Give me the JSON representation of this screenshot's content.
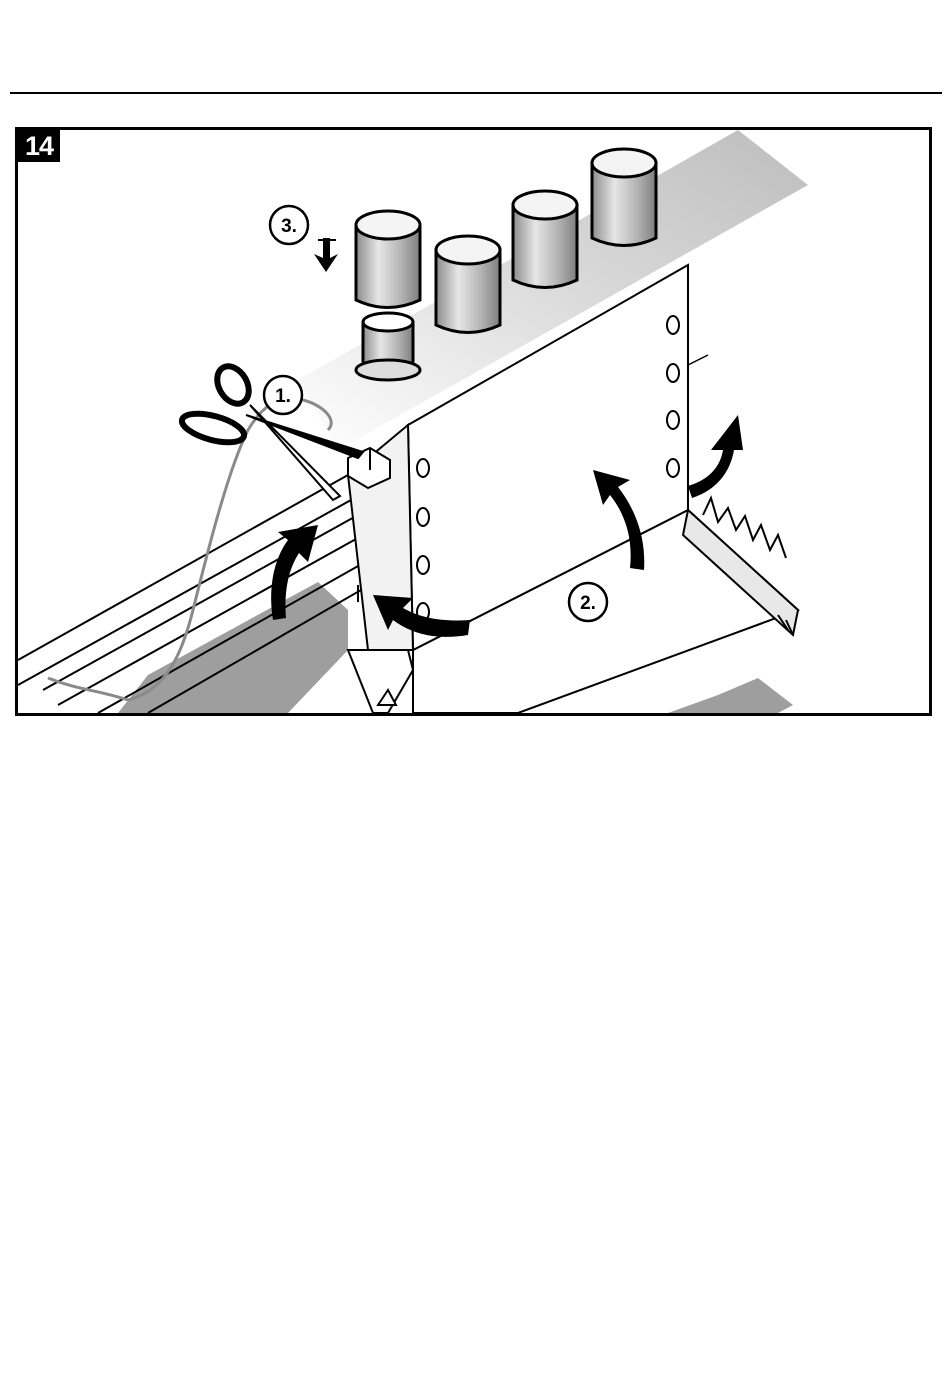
{
  "figure": {
    "number": "14",
    "steps": [
      {
        "label": "1.",
        "meaning": "cut"
      },
      {
        "label": "2.",
        "meaning": "fold"
      },
      {
        "label": "3.",
        "meaning": "insert"
      }
    ]
  },
  "colors": {
    "ink": "#000000",
    "paper": "#ffffff",
    "shadow": "#9a9a9a",
    "light_gray": "#d8d8d8"
  },
  "icons": [
    "scissors-icon",
    "curved-arrow-icon",
    "down-arrow-icon",
    "cup-icon",
    "valve-icon"
  ]
}
